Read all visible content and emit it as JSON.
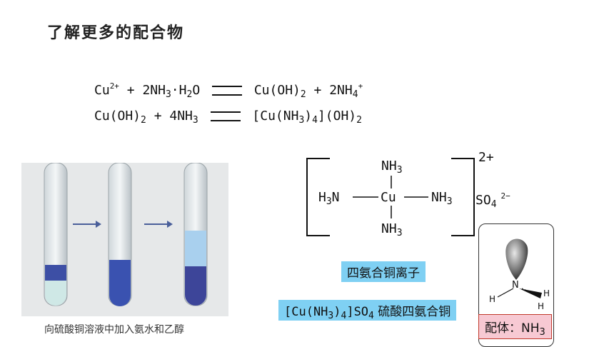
{
  "title": "了解更多的配合物",
  "equation1": {
    "parts": [
      "Cu",
      "2+",
      " + 2NH",
      "3",
      "·H",
      "2",
      "O",
      "Cu(OH)",
      "2",
      " + 2NH",
      "4",
      "+"
    ]
  },
  "equation2": {
    "parts": [
      "Cu(OH)",
      "2",
      " + 4NH",
      "3",
      "[Cu(NH",
      "3",
      ")",
      "4",
      "](OH)",
      "2"
    ]
  },
  "complex": {
    "top": "NH",
    "top_sub": "3",
    "left": "H",
    "left_sub": "3",
    "left_tail": "N",
    "center": "Cu",
    "right": "NH",
    "right_sub": "3",
    "bottom": "NH",
    "bottom_sub": "3",
    "charge": "2+",
    "counter_ion": "SO",
    "counter_sub": "4",
    "counter_charge": "2−"
  },
  "label_ion": "四氨合铜离子",
  "label_salt": {
    "p1": "[Cu(NH",
    "s1": "3",
    "p2": ")",
    "s2": "4",
    "p3": "]SO",
    "s3": "4",
    "p4": " 硫酸四氨合铜"
  },
  "ligand": {
    "n": "N",
    "h1": "H",
    "h2": "H",
    "h3": "H",
    "label": "配体：NH",
    "label_sub": "3"
  },
  "photo_caption": "向硫酸铜溶液中加入氨水和乙醇",
  "colors": {
    "blue_label": "#7fd0f3",
    "pink_label": "#f7c9d3",
    "solution": "#3d4fa5"
  }
}
